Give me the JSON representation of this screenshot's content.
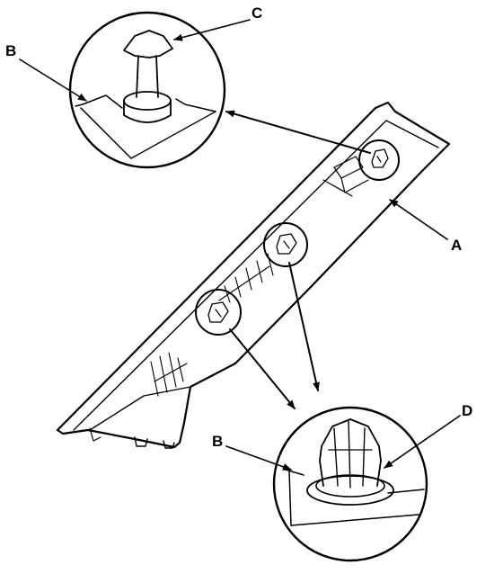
{
  "labels": {
    "a": "A",
    "b_top": "B",
    "c": "C",
    "b_bottom": "B",
    "d": "D"
  }
}
